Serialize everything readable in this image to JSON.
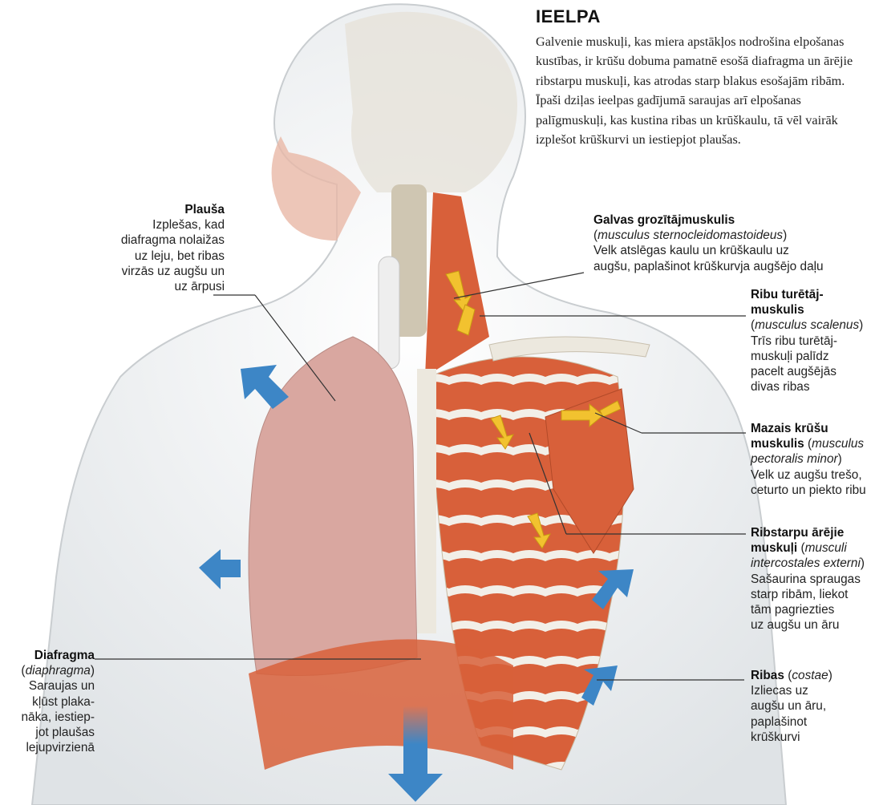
{
  "title": "IEELPA",
  "intro": "Galvenie muskuļi, kas miera apstākļos nodrošina elpošanas kustības, ir krūšu dobuma pamatnē esošā diafragma un ārējie ribstarpu muskuļi, kas atrodas starp blakus esošajām ribām. Īpaši dziļas ieelpas gadījumā saraujas arī elpošanas palīgmuskuļi, kas kustina ribas un krūškaulu, tā vēl vairāk izplešot krūškurvi un iestiepjot plaušas.",
  "labels": {
    "lung": {
      "name": "Plauša",
      "lines": [
        "Izplešas, kad",
        "diafragma nolaižas",
        "uz leju, bet ribas",
        "virzās uz augšu un",
        "uz ārpusi"
      ]
    },
    "diaphragm": {
      "name": "Diafragma",
      "latin": "diaphragma",
      "lines": [
        "Saraujas un",
        "kļūst plaka-",
        "nāka, iestiep-",
        "jot plaušas",
        "lejupvirzienā"
      ]
    },
    "sternocleido": {
      "name": "Galvas grozītājmuskulis",
      "latin": "musculus sternocleidomastoideus",
      "lines": [
        "Velk atslēgas kaulu un krūškaulu uz",
        "augšu, paplašinot krūškurvja augšējo daļu"
      ]
    },
    "scalene": {
      "name_line1": "Ribu turētāj-",
      "name_line2": "muskulis",
      "latin": "musculus scalenus",
      "lines": [
        "Trīs ribu turētāj-",
        "muskuļi palīdz",
        "pacelt augšējās",
        "divas ribas"
      ]
    },
    "pectoralis": {
      "name_line1": "Mazais krūšu",
      "name_line2": "muskulis",
      "latin_line1": "musculus",
      "latin_line2": "pectoralis minor",
      "lines": [
        "Velk uz augšu trešo,",
        "ceturto un piekto ribu"
      ]
    },
    "intercostal": {
      "name_line1": "Ribstarpu ārējie",
      "name_line2": "muskuļi",
      "latin_line1": "musculi",
      "latin_line2": "intercostales externi",
      "lines": [
        "Sašaurina spraugas",
        "starp ribām, liekot",
        "tām pagriezties",
        "uz augšu un āru"
      ]
    },
    "ribs": {
      "name": "Ribas",
      "latin": "costae",
      "lines": [
        "Izliecas uz",
        "augšu un āru,",
        "paplašinot",
        "krūškurvi"
      ]
    }
  },
  "colors": {
    "body_outline": "#c9cdd0",
    "skin_fill": "#eef0f1",
    "muscle": "#d8603a",
    "lung": "#d9a7a0",
    "bone": "#f2efe8",
    "arrow_blue": "#3d86c6",
    "arrow_yellow": "#f2c22f",
    "leader": "#333333"
  }
}
